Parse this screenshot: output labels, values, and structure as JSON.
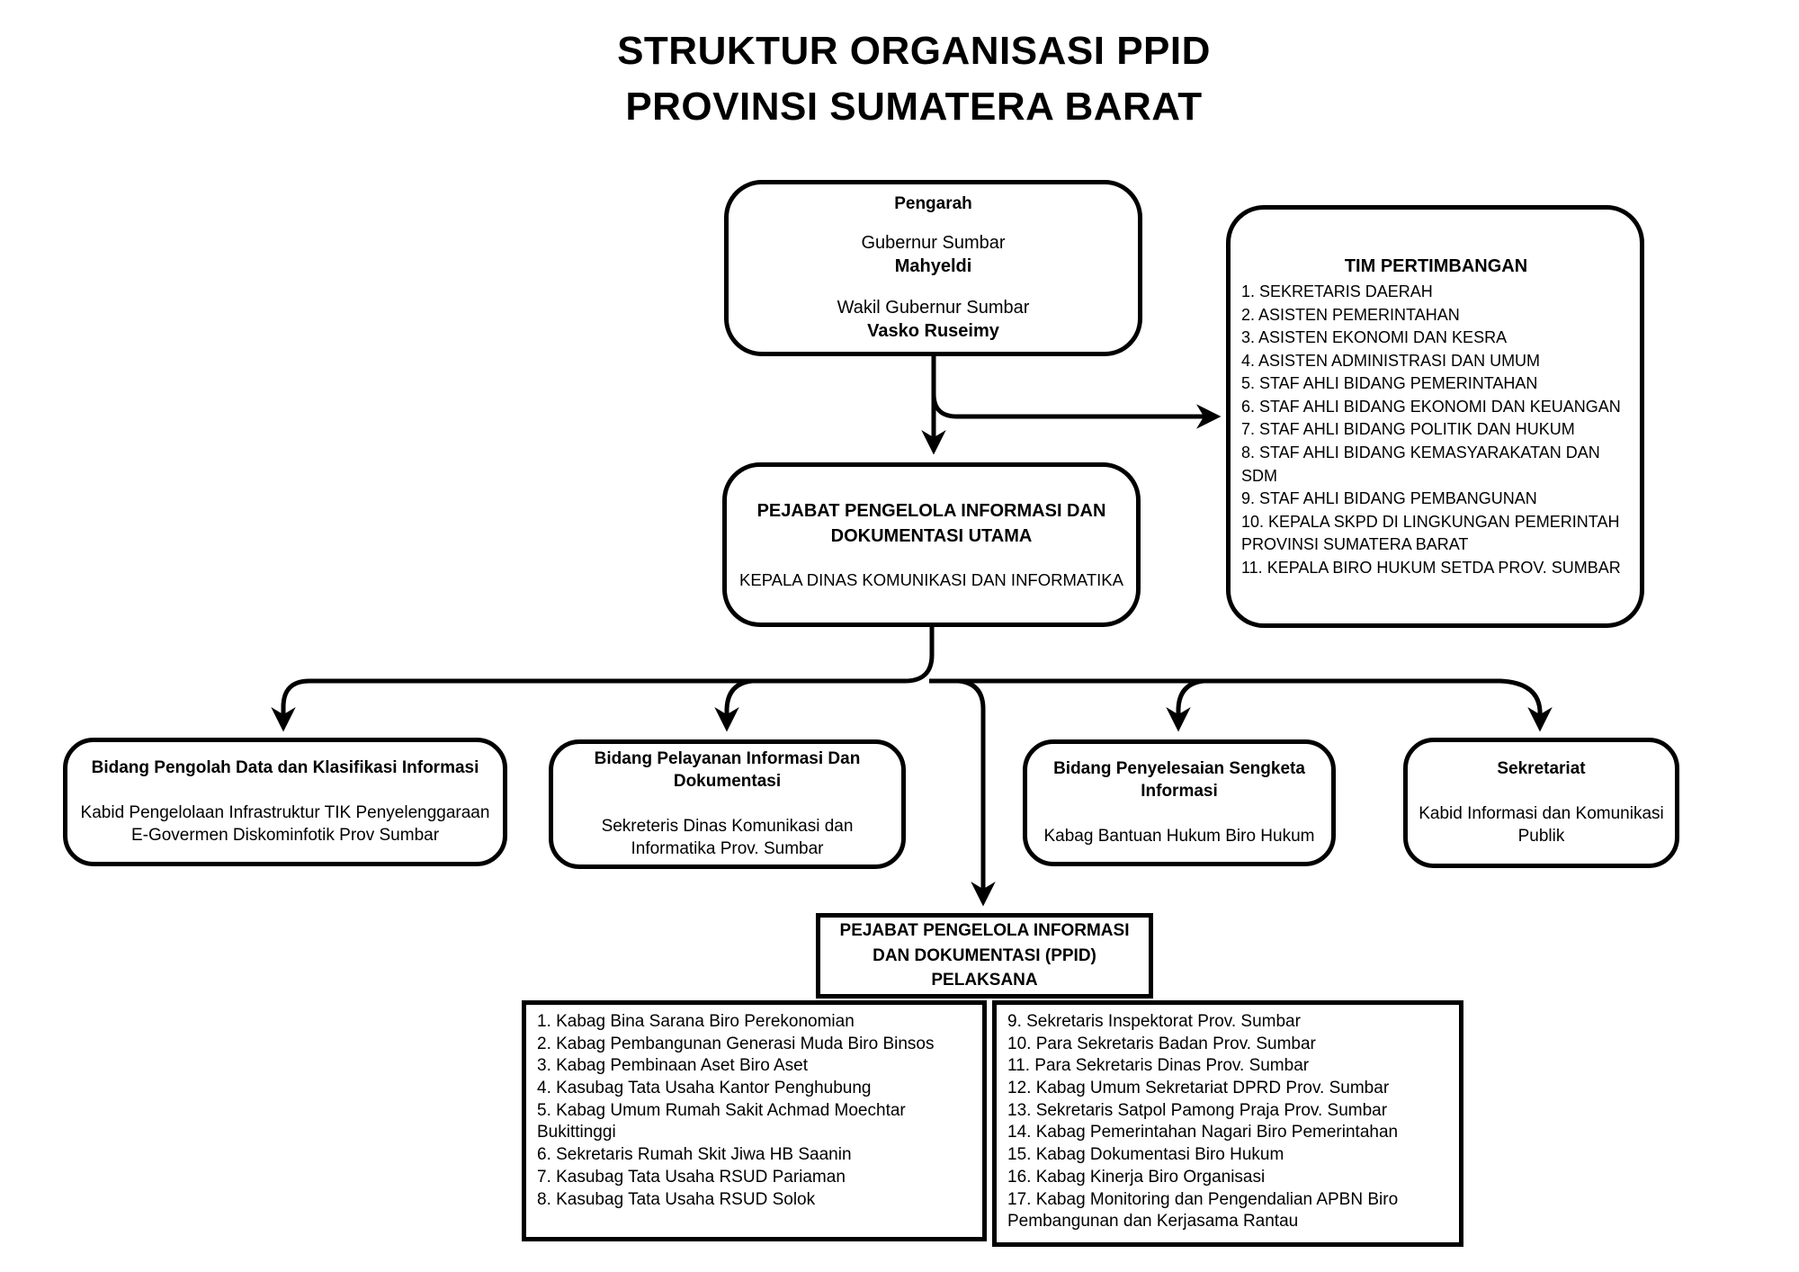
{
  "title": {
    "line1": "STRUKTUR ORGANISASI PPID",
    "line2": "PROVINSI SUMATERA BARAT"
  },
  "pengarah": {
    "heading": "Pengarah",
    "role1": "Gubernur Sumbar",
    "name1": "Mahyeldi",
    "role2": "Wakil Gubernur Sumbar",
    "name2": "Vasko Ruseimy"
  },
  "tim_pertimbangan": {
    "heading": "TIM PERTIMBANGAN",
    "items": [
      "1. SEKRETARIS DAERAH",
      "2. ASISTEN PEMERINTAHAN",
      "3. ASISTEN EKONOMI DAN KESRA",
      "4. ASISTEN ADMINISTRASI DAN UMUM",
      "5. STAF AHLI BIDANG PEMERINTAHAN",
      "6. STAF AHLI BIDANG EKONOMI DAN KEUANGAN",
      "7. STAF AHLI BIDANG POLITIK DAN HUKUM",
      "8. STAF AHLI BIDANG KEMASYARAKATAN DAN SDM",
      "9. STAF AHLI BIDANG PEMBANGUNAN",
      "10. KEPALA SKPD DI LINGKUNGAN PEMERINTAH PROVINSI SUMATERA BARAT",
      "11. KEPALA BIRO HUKUM SETDA PROV. SUMBAR"
    ]
  },
  "ppid_utama": {
    "heading": "PEJABAT PENGELOLA INFORMASI DAN DOKUMENTASI UTAMA",
    "subtitle": "KEPALA DINAS KOMUNIKASI DAN INFORMATIKA"
  },
  "bidang": [
    {
      "title": "Bidang Pengolah Data dan Klasifikasi Informasi",
      "subtitle": "Kabid Pengelolaan Infrastruktur TIK Penyelenggaraan E-Govermen Diskominfotik Prov Sumbar"
    },
    {
      "title": "Bidang Pelayanan Informasi Dan Dokumentasi",
      "subtitle": "Sekreteris Dinas Komunikasi dan Informatika Prov. Sumbar"
    },
    {
      "title": "Bidang Penyelesaian Sengketa Informasi",
      "subtitle": "Kabag Bantuan Hukum Biro Hukum"
    },
    {
      "title": "Sekretariat",
      "subtitle": "Kabid Informasi dan Komunikasi Publik"
    }
  ],
  "ppid_pelaksana": {
    "heading": "PEJABAT PENGELOLA INFORMASI DAN DOKUMENTASI (PPID) PELAKSANA",
    "list_left": [
      "1. Kabag Bina Sarana Biro Perekonomian",
      "2. Kabag Pembangunan Generasi Muda Biro Binsos",
      "3. Kabag Pembinaan Aset Biro Aset",
      "4. Kasubag Tata Usaha Kantor Penghubung",
      "5. Kabag Umum Rumah Sakit Achmad Moechtar Bukittinggi",
      "6. Sekretaris Rumah Skit Jiwa HB Saanin",
      "7. Kasubag Tata Usaha RSUD Pariaman",
      "8. Kasubag Tata Usaha RSUD Solok"
    ],
    "list_right": [
      "9. Sekretaris Inspektorat Prov. Sumbar",
      "10. Para Sekretaris Badan Prov. Sumbar",
      "11. Para Sekretaris Dinas Prov. Sumbar",
      "12. Kabag Umum Sekretariat DPRD Prov. Sumbar",
      "13. Sekretaris Satpol Pamong Praja Prov. Sumbar",
      "14. Kabag Pemerintahan Nagari Biro Pemerintahan",
      "15. Kabag Dokumentasi Biro Hukum",
      "16. Kabag Kinerja Biro Organisasi",
      "17. Kabag Monitoring dan Pengendalian APBN Biro Pembangunan dan Kerjasama Rantau"
    ]
  },
  "colors": {
    "background": "#ffffff",
    "line": "#000000",
    "text": "#000000"
  }
}
